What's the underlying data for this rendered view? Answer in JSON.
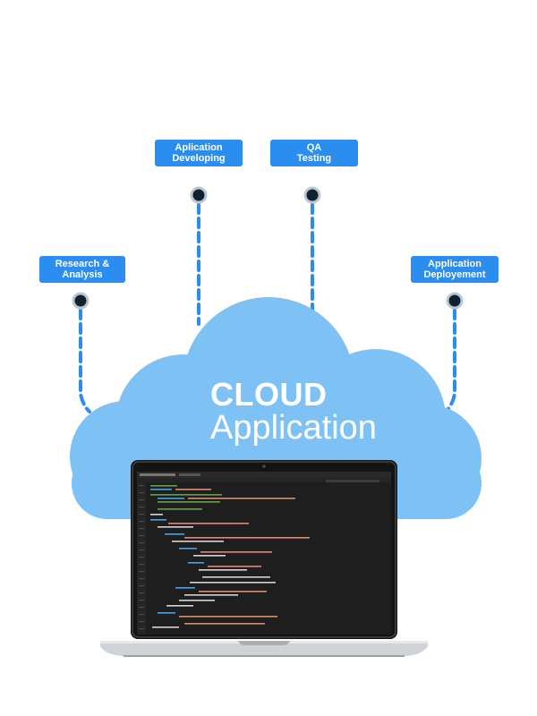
{
  "steps": {
    "research": {
      "line1": "Research &",
      "line2": "Analysis"
    },
    "developing": {
      "line1": "Aplication",
      "line2": "Developing"
    },
    "qa": {
      "line1": "QA",
      "line2": "Testing"
    },
    "deployment": {
      "line1": "Application",
      "line2": "Deployement"
    }
  },
  "cloud": {
    "title": "CLOUD",
    "subtitle": "Application"
  },
  "colors": {
    "tag_bg": "#2b8def",
    "dashed_line": "#2b8def",
    "cloud": "#7ec2f5",
    "laptop_frame": "#111111",
    "laptop_base": "#cfd3d7"
  },
  "icons": [
    "connector-node-icon",
    "cloud-shape",
    "laptop-illustration",
    "code-editor-screen"
  ]
}
